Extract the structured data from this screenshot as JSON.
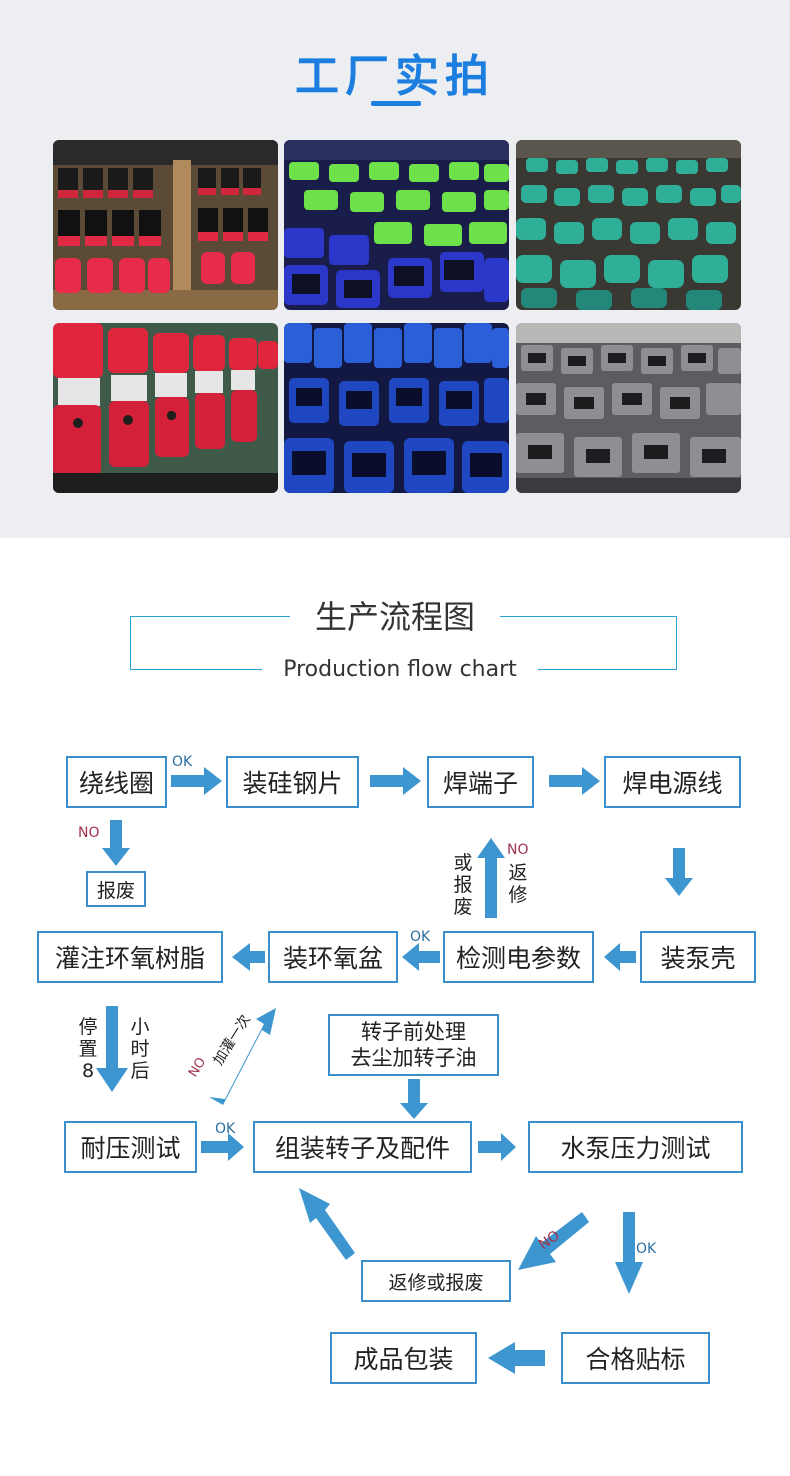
{
  "factory": {
    "title": "工厂实拍",
    "photos": [
      {
        "name": "photo-red-black-pumps"
      },
      {
        "name": "photo-green-blue-pumps"
      },
      {
        "name": "photo-teal-pumps"
      },
      {
        "name": "photo-red-rotor-pumps"
      },
      {
        "name": "photo-blue-pumps"
      },
      {
        "name": "photo-grey-housings"
      }
    ]
  },
  "flowchart": {
    "title_zh": "生产流程图",
    "title_en": "Production flow chart",
    "nodes": {
      "wind_coil": "绕线圈",
      "install_silicon_steel": "装硅钢片",
      "weld_terminal": "焊端子",
      "weld_power_cord": "焊电源线",
      "scrap": "报废",
      "epoxy_potting": "灌注环氧树脂",
      "install_epoxy_basin": "装环氧盆",
      "test_electrical": "检测电参数",
      "install_pump_shell": "装泵壳",
      "rotor_pretreat_1": "转子前处理",
      "rotor_pretreat_2": "去尘加转子油",
      "voltage_test": "耐压测试",
      "assemble_rotor": "组装转子及配件",
      "pressure_test": "水泵压力测试",
      "repair_or_scrap": "返修或报废",
      "packaging": "成品包装",
      "label": "合格贴标"
    },
    "labels": {
      "ok": "OK",
      "no": "NO",
      "or_scrap": "或报废",
      "repair": "返修",
      "stand_left": "停置8",
      "stand_right": "小时后",
      "pour_again": "加灌一次"
    }
  }
}
